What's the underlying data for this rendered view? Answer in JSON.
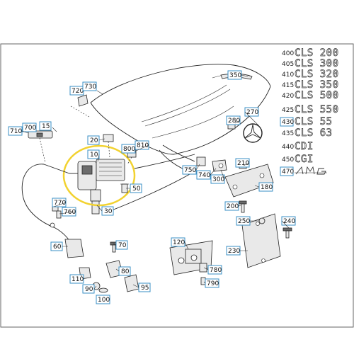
{
  "colors": {
    "callout_border": "#3a8fc4",
    "highlight": "#f2d230",
    "line": "#222222",
    "frame": "#555555"
  },
  "model_list": [
    {
      "code": "400",
      "name": "CLS 200"
    },
    {
      "code": "405",
      "name": "CLS 300"
    },
    {
      "code": "410",
      "name": "CLS 320"
    },
    {
      "code": "415",
      "name": "CLS 350"
    },
    {
      "code": "420",
      "name": "CLS 500"
    },
    {
      "code": "425",
      "name": "CLS 550"
    },
    {
      "code": "430",
      "name": "CLS 55"
    },
    {
      "code": "435",
      "name": "CLS 63"
    },
    {
      "code": "440",
      "name": "CDI"
    },
    {
      "code": "450",
      "name": "CGI"
    },
    {
      "code": "470",
      "name": "AMG"
    }
  ],
  "boxed_model_codes": [
    "430",
    "470"
  ],
  "callouts": {
    "c720": "720",
    "c730": "730",
    "c710": "710",
    "c700": "700",
    "c15": "15",
    "c20": "20",
    "c10": "10",
    "c800": "800",
    "c810": "810",
    "c50": "50",
    "c770": "770",
    "c760": "760",
    "c30": "30",
    "c60": "60",
    "c70": "70",
    "c110": "110",
    "c90": "90",
    "c100": "100",
    "c80": "80",
    "c95": "95",
    "c120": "120",
    "c780": "780",
    "c790": "790",
    "c350": "350",
    "c270": "270",
    "c280": "280",
    "c750": "750",
    "c740": "740",
    "c300": "300",
    "c210": "210",
    "c180": "180",
    "c200": "200",
    "c250": "250",
    "c240": "240",
    "c230": "230"
  },
  "icons": {
    "emblem": "mercedes-star-icon",
    "amg": "amg-logo-icon"
  }
}
